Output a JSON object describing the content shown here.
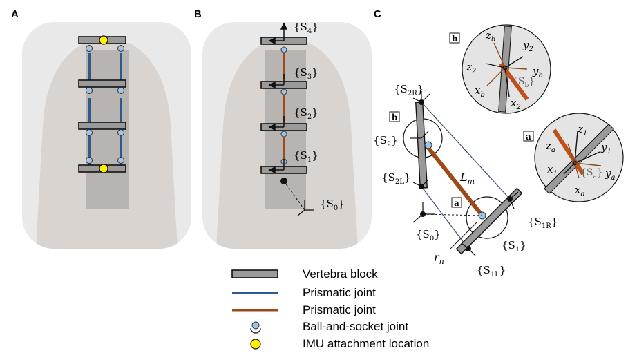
{
  "panels": {
    "a": {
      "letter": "A"
    },
    "b": {
      "letter": "B"
    },
    "c": {
      "letter": "C"
    }
  },
  "frames": {
    "s4": "{S",
    "s4_sub": "4",
    "s3": "{S",
    "s3_sub": "3",
    "s2": "{S",
    "s2_sub": "2",
    "s1": "{S",
    "s1_sub": "1",
    "s0": "{S",
    "s0_sub": "0",
    "close": "}"
  },
  "panel_c": {
    "s2r": {
      "main": "{S",
      "sub": "2R",
      "close": "}"
    },
    "s2": {
      "main": "{S",
      "sub": "2",
      "close": "}"
    },
    "s2l": {
      "main": "{S",
      "sub": "2L",
      "close": "}"
    },
    "lm": {
      "main": "L",
      "sub": "m"
    },
    "s0": {
      "main": "{S",
      "sub": "0",
      "close": "}"
    },
    "s1r": {
      "main": "{S",
      "sub": "1R",
      "close": "}"
    },
    "s1": {
      "main": "{S",
      "sub": "1",
      "close": "}"
    },
    "s1l": {
      "main": "{S",
      "sub": "1L",
      "close": "}"
    },
    "rn": {
      "main": "r",
      "sub": "n"
    },
    "tag_a": "a",
    "tag_b": "b"
  },
  "inset_b": {
    "tag": "b",
    "zb": "z",
    "zb_sub": "b",
    "y2": "y",
    "y2_sub": "2",
    "z2": "z",
    "z2_sub": "2",
    "yb": "y",
    "yb_sub": "b",
    "xb": "x",
    "xb_sub": "b",
    "sb": "{S",
    "sb_sub": "b",
    "sb_close": "}",
    "x2": "x",
    "x2_sub": "2"
  },
  "inset_a": {
    "tag": "a",
    "z1": "z",
    "z1_sub": "1",
    "za": "z",
    "za_sub": "a",
    "y1": "y",
    "y1_sub": "1",
    "x1": "x",
    "x1_sub": "1",
    "sa": "{S",
    "sa_sub": "a",
    "sa_close": "}",
    "ya": "y",
    "ya_sub": "a",
    "xa": "x",
    "xa_sub": "a"
  },
  "legend": [
    {
      "icon": "vertebra-block",
      "label": "Vertebra block"
    },
    {
      "icon": "prismatic-blue",
      "label": "Prismatic joint",
      "color": "#2e5a87"
    },
    {
      "icon": "prismatic-orange",
      "label": "Prismatic joint",
      "color": "#9c4a1a"
    },
    {
      "icon": "ball-socket",
      "label": "Ball-and-socket joint"
    },
    {
      "icon": "imu-dot",
      "label": "IMU attachment location",
      "color": "#ffee00"
    }
  ],
  "colors": {
    "block_fill": "#9a9a9a",
    "blue_joint": "#2e5a87",
    "orange_joint": "#9c4a1a",
    "imu": "#ffee00",
    "ball": "#9ec5e8",
    "arrow_brown": "#8b4a1c"
  }
}
